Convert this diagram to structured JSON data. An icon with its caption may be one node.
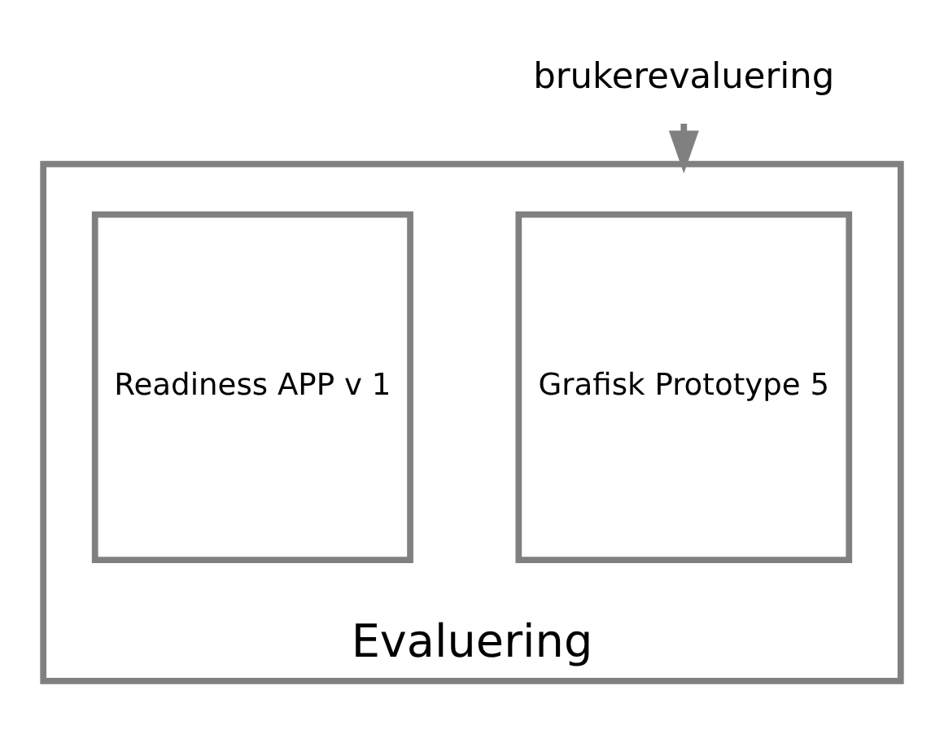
{
  "diagram": {
    "nodes": [
      {
        "text": [
          "brukerevaluering"
        ]
      },
      {
        "text": [
          "Evaluering"
        ]
      },
      {
        "text": [
          "Grafisk Prototype 5"
        ],
        "in": 1
      },
      {
        "text": [
          "Readiness APP v 1"
        ],
        "in": 1
      }
    ],
    "edges": [
      {
        "from": 0,
        "to": 1,
        "arrow": "to"
      }
    ]
  }
}
